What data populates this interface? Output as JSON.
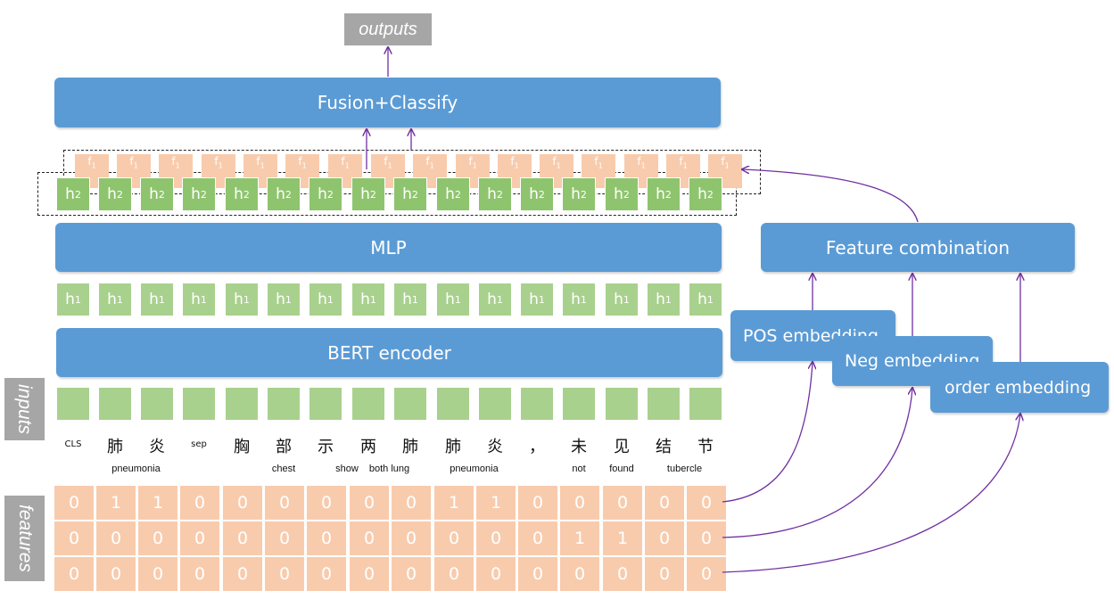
{
  "outputs_label": "outputs",
  "fusion_label": "Fusion+Classify",
  "mlp_label": "MLP",
  "bert_label": "BERT encoder",
  "feature_combination_label": "Feature combination",
  "pos_embedding_label": "POS embedding",
  "neg_embedding_label": "Neg embedding",
  "order_embedding_label": "order embedding",
  "inputs_label": "inputs",
  "features_label": "features",
  "h1_base": "h",
  "h1_sub": "1",
  "h2_base": "h",
  "h2_sub": "2",
  "f_base": "f",
  "f_sub": "1",
  "tokens": [
    "CLS",
    "肺",
    "炎",
    "sep",
    "胸",
    "部",
    "示",
    "两",
    "肺",
    "肺",
    "炎",
    "，",
    "未",
    "见",
    "结",
    "节"
  ],
  "glosses": [
    {
      "text": "pneumonia",
      "col": 1.5
    },
    {
      "text": "chest",
      "col": 5
    },
    {
      "text": "show",
      "col": 6.5
    },
    {
      "text": "both lung",
      "col": 7.5
    },
    {
      "text": "pneumonia",
      "col": 9.5
    },
    {
      "text": "not",
      "col": 12
    },
    {
      "text": "found",
      "col": 13
    },
    {
      "text": "tubercle",
      "col": 14.5
    }
  ],
  "feature_rows": [
    [
      0,
      1,
      1,
      0,
      0,
      0,
      0,
      0,
      0,
      1,
      1,
      0,
      0,
      0,
      0,
      0
    ],
    [
      0,
      0,
      0,
      0,
      0,
      0,
      0,
      0,
      0,
      0,
      0,
      0,
      1,
      1,
      0,
      0
    ],
    [
      0,
      0,
      0,
      0,
      0,
      0,
      0,
      0,
      0,
      0,
      0,
      0,
      0,
      0,
      0,
      0
    ]
  ],
  "colors": {
    "bar_blue": "#5b9bd5",
    "green_box": "#a9d18e",
    "peach_box": "#f8cbad",
    "gray_label": "#a6a6a6",
    "arrow_purple": "#7030a0"
  }
}
